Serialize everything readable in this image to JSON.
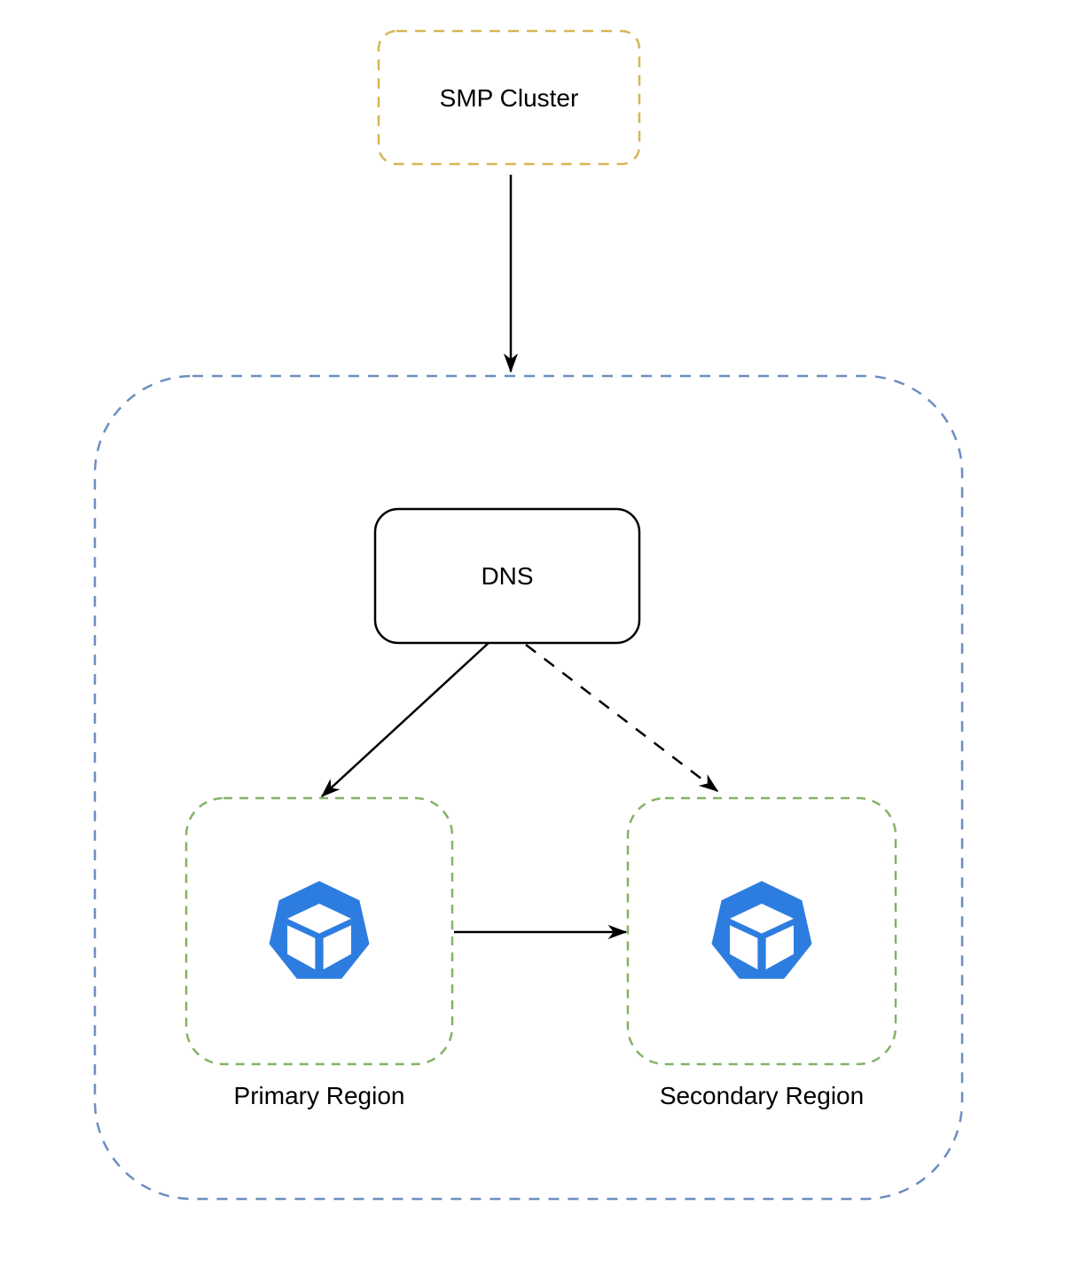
{
  "diagram": {
    "nodes": {
      "smp_cluster": {
        "label": "SMP Cluster",
        "shape": "rounded-rect",
        "border_style": "dashed"
      },
      "outer_container": {
        "label": "",
        "shape": "rounded-rect",
        "border_style": "dashed"
      },
      "dns": {
        "label": "DNS",
        "shape": "rounded-rect",
        "border_style": "solid"
      },
      "primary_region": {
        "label": "Primary Region",
        "shape": "rounded-rect",
        "border_style": "dashed"
      },
      "secondary_region": {
        "label": "Secondary Region",
        "shape": "rounded-rect",
        "border_style": "dashed"
      }
    },
    "icons": {
      "primary_region_icon": "cluster-cube-icon",
      "secondary_region_icon": "cluster-cube-icon"
    },
    "edges": [
      {
        "from": "SMP Cluster",
        "to": "outer container",
        "style": "solid",
        "arrowhead": "filled"
      },
      {
        "from": "DNS",
        "to": "Primary Region",
        "style": "solid",
        "arrowhead": "filled"
      },
      {
        "from": "DNS",
        "to": "Secondary Region",
        "style": "dashed",
        "arrowhead": "filled"
      },
      {
        "from": "Primary Region",
        "to": "Secondary Region",
        "style": "solid",
        "arrowhead": "filled"
      }
    ],
    "colors": {
      "smp_border": "#D6B656",
      "container_border": "#6C8EBF",
      "region_border": "#82B366",
      "dns_border": "#000000",
      "arrow": "#000000",
      "icon_blue": "#2D7DE0",
      "shape_fill": "#FFFFFF",
      "label_text": "#000000",
      "background": "#FFFFFF"
    }
  }
}
